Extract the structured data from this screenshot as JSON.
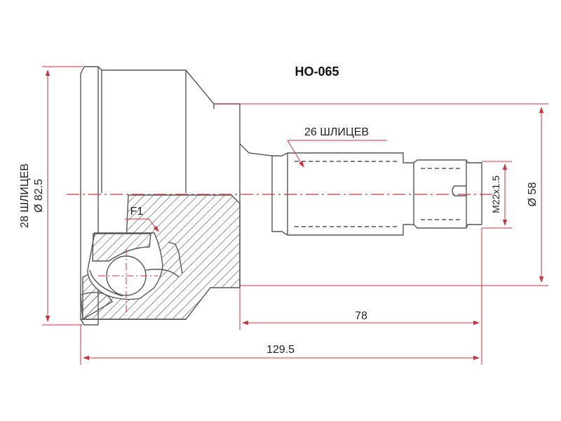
{
  "part_number": "HO-065",
  "labels": {
    "outer_splines": "28 ШЛИЦЕВ",
    "outer_diameter": "Ø 82.5",
    "inner_splines": "26 ШЛИЦЕВ",
    "thread": "M22x1.5",
    "shaft_diameter": "Ø 58",
    "feature": "F1",
    "stem_length": "78",
    "total_length": "129.5"
  },
  "colors": {
    "outline": "#555555",
    "hatch": "#666666",
    "dimension": "#d0303a",
    "text": "#222222"
  }
}
